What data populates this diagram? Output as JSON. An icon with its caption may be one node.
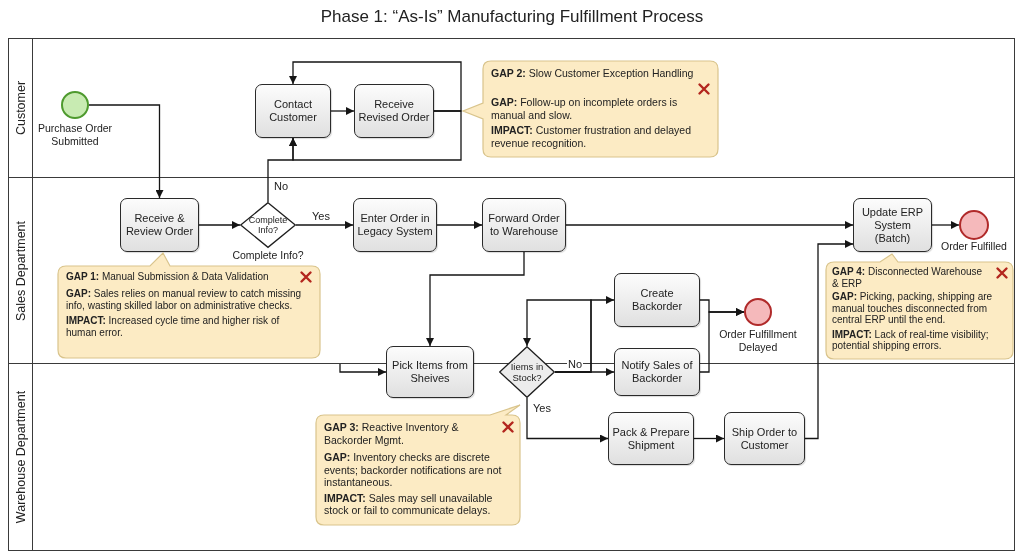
{
  "diagram": {
    "title": "Phase 1: “As-Is” Manufacturing Fulfillment Process",
    "nodes": [
      {
        "text": [
          "Customer"
        ]
      },
      {
        "text": [],
        "shape": "circle",
        "in": 0,
        "beside": [
          "Purchase Order Submitted"
        ]
      },
      {
        "text": [
          "Contact Customer"
        ],
        "in": 0
      },
      {
        "text": [
          "Receive Revised Order"
        ],
        "in": 0
      },
      {
        "text": [
          "**GAP 2:** Slow Customer Exception Handling",
          "**GAP:** Follow-up on incomplete orders is manual and slow.",
          "**IMPACT:** Customer frustration and delayed revenue recognition."
        ],
        "in": 0
      },
      {
        "text": [
          "Sales Department"
        ]
      },
      {
        "text": [
          "Receive & Review Order"
        ],
        "in": 5
      },
      {
        "text": [
          "Complete Info?"
        ],
        "in": 5,
        "beside": [
          "Complete Info?"
        ]
      },
      {
        "text": [
          "Enter Order in Legacy System"
        ],
        "in": 5
      },
      {
        "text": [
          "Forward Order to Warehouse"
        ],
        "in": 5
      },
      {
        "text": [
          "Update ERP System (Batch)"
        ],
        "in": 5
      },
      {
        "text": [],
        "shape": "circle",
        "in": 5,
        "beside": [
          "Order Fulfilled"
        ]
      },
      {
        "text": [
          "**GAP 1:** Manual Submission & Data Validation",
          "**GAP:** Sales relies on manual review to catch missing info, wasting skilled labor on administrative checks.",
          "**IMPACT:** Increased cycle time and higher risk of human error."
        ],
        "in": 5
      },
      {
        "text": [
          "Create Backorder"
        ],
        "in": 5
      },
      {
        "text": [
          "Notify Sales of Backorder"
        ]
      },
      {
        "text": [],
        "shape": "circle",
        "in": 5,
        "beside": [
          "Order Fulfillment Delayed"
        ]
      },
      {
        "text": [
          "**GAP 4:** Disconnected Warehouse & ERP",
          "**GAP:** Picking, packing, shipping are manual touches disconnected from central ERP until the end.",
          "**IMPACT:** Lack of real-time visibility; potential shipping errors."
        ],
        "in": 5
      },
      {
        "text": [
          "Pick Items from Sheives"
        ]
      },
      {
        "text": [
          "Iiems in Stock?"
        ]
      },
      {
        "text": [
          "Warehouse Department"
        ]
      },
      {
        "text": [
          "**GAP 3:** Reactive Inventory & Backorder Mgmt.",
          "**GAP:** Inventory checks are discrete events; backorder notifications are not instantaneous.",
          "**IMPACT:** Sales may sell unavailable stock or fail to communicate delays."
        ],
        "in": 19
      },
      {
        "text": [
          "Pack & Prepare Shipment"
        ],
        "in": 19
      },
      {
        "text": [
          "Ship Order to Customer"
        ],
        "in": 19
      }
    ],
    "edges": [
      {
        "from": 1,
        "to": 6,
        "arrow": "to"
      },
      {
        "from": 6,
        "to": 7,
        "arrow": "to"
      },
      {
        "from": 7,
        "to": 2,
        "label": "No",
        "arrow": "to"
      },
      {
        "from": 7,
        "to": 8,
        "label": "Yes",
        "arrow": "to"
      },
      {
        "from": 2,
        "to": 3,
        "arrow": "to"
      },
      {
        "from": 3,
        "to": 2,
        "arrow": "to"
      },
      {
        "from": 3,
        "to": 2,
        "arrow": "to"
      },
      {
        "from": 8,
        "to": 9,
        "arrow": "to"
      },
      {
        "from": 9,
        "to": 10,
        "arrow": "to"
      },
      {
        "from": 10,
        "to": 11,
        "arrow": "to"
      },
      {
        "from": 9,
        "to": 17,
        "arrow": "to"
      },
      {
        "from": 5,
        "to": 17,
        "arrow": "to"
      },
      {
        "from": 18,
        "to": 13,
        "label": "No",
        "arrow": "to"
      },
      {
        "from": 18,
        "to": 14,
        "arrow": "to"
      },
      {
        "from": 18,
        "to": 18,
        "arrow": "to"
      },
      {
        "from": 13,
        "to": 15,
        "arrow": "to"
      },
      {
        "from": 14,
        "to": 15,
        "arrow": "to"
      },
      {
        "from": 18,
        "to": 21,
        "label": "Yes",
        "arrow": "to"
      },
      {
        "from": 21,
        "to": 22,
        "arrow": "to"
      },
      {
        "from": 22,
        "to": 10,
        "arrow": "to"
      }
    ]
  }
}
